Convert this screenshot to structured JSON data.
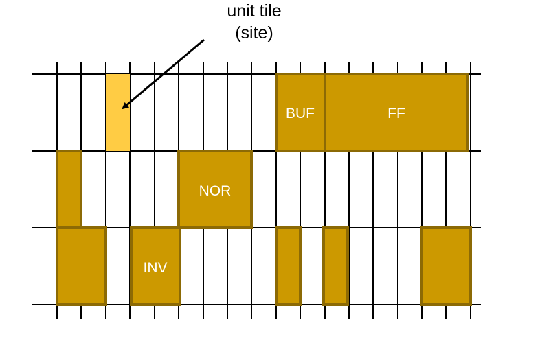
{
  "annotation": {
    "line1": "unit tile",
    "line2": "(site)"
  },
  "colors": {
    "cell_fill": "#CC9900",
    "cell_border": "#8C6A05",
    "site_fill": "#FFCC44",
    "grid": "#000000",
    "label": "#ffffff"
  },
  "cells": {
    "buf": "BUF",
    "ff": "FF",
    "nor": "NOR",
    "inv": "INV"
  }
}
